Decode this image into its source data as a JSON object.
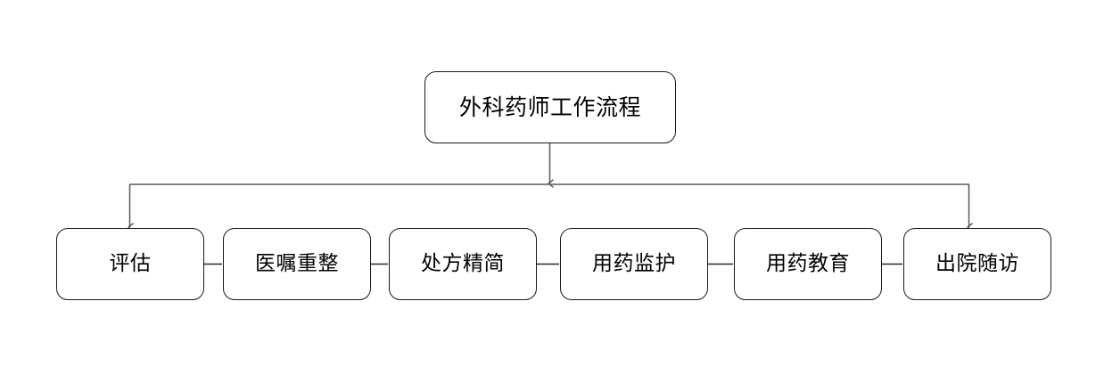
{
  "diagram": {
    "title_node": {
      "label": "外科药师工作流程",
      "shape": "rounded-rectangle"
    },
    "stages": [
      {
        "label": "评估"
      },
      {
        "label": "医嘱重整"
      },
      {
        "label": "处方精简"
      },
      {
        "label": "用药监护"
      },
      {
        "label": "用药教育"
      },
      {
        "label": "出院随访"
      }
    ],
    "colors": {
      "background": "#ffffff",
      "node_border": "#1a1a1a",
      "node_fill": "#ffffff",
      "text": "#000000",
      "connector": "#5a5a5a"
    }
  }
}
